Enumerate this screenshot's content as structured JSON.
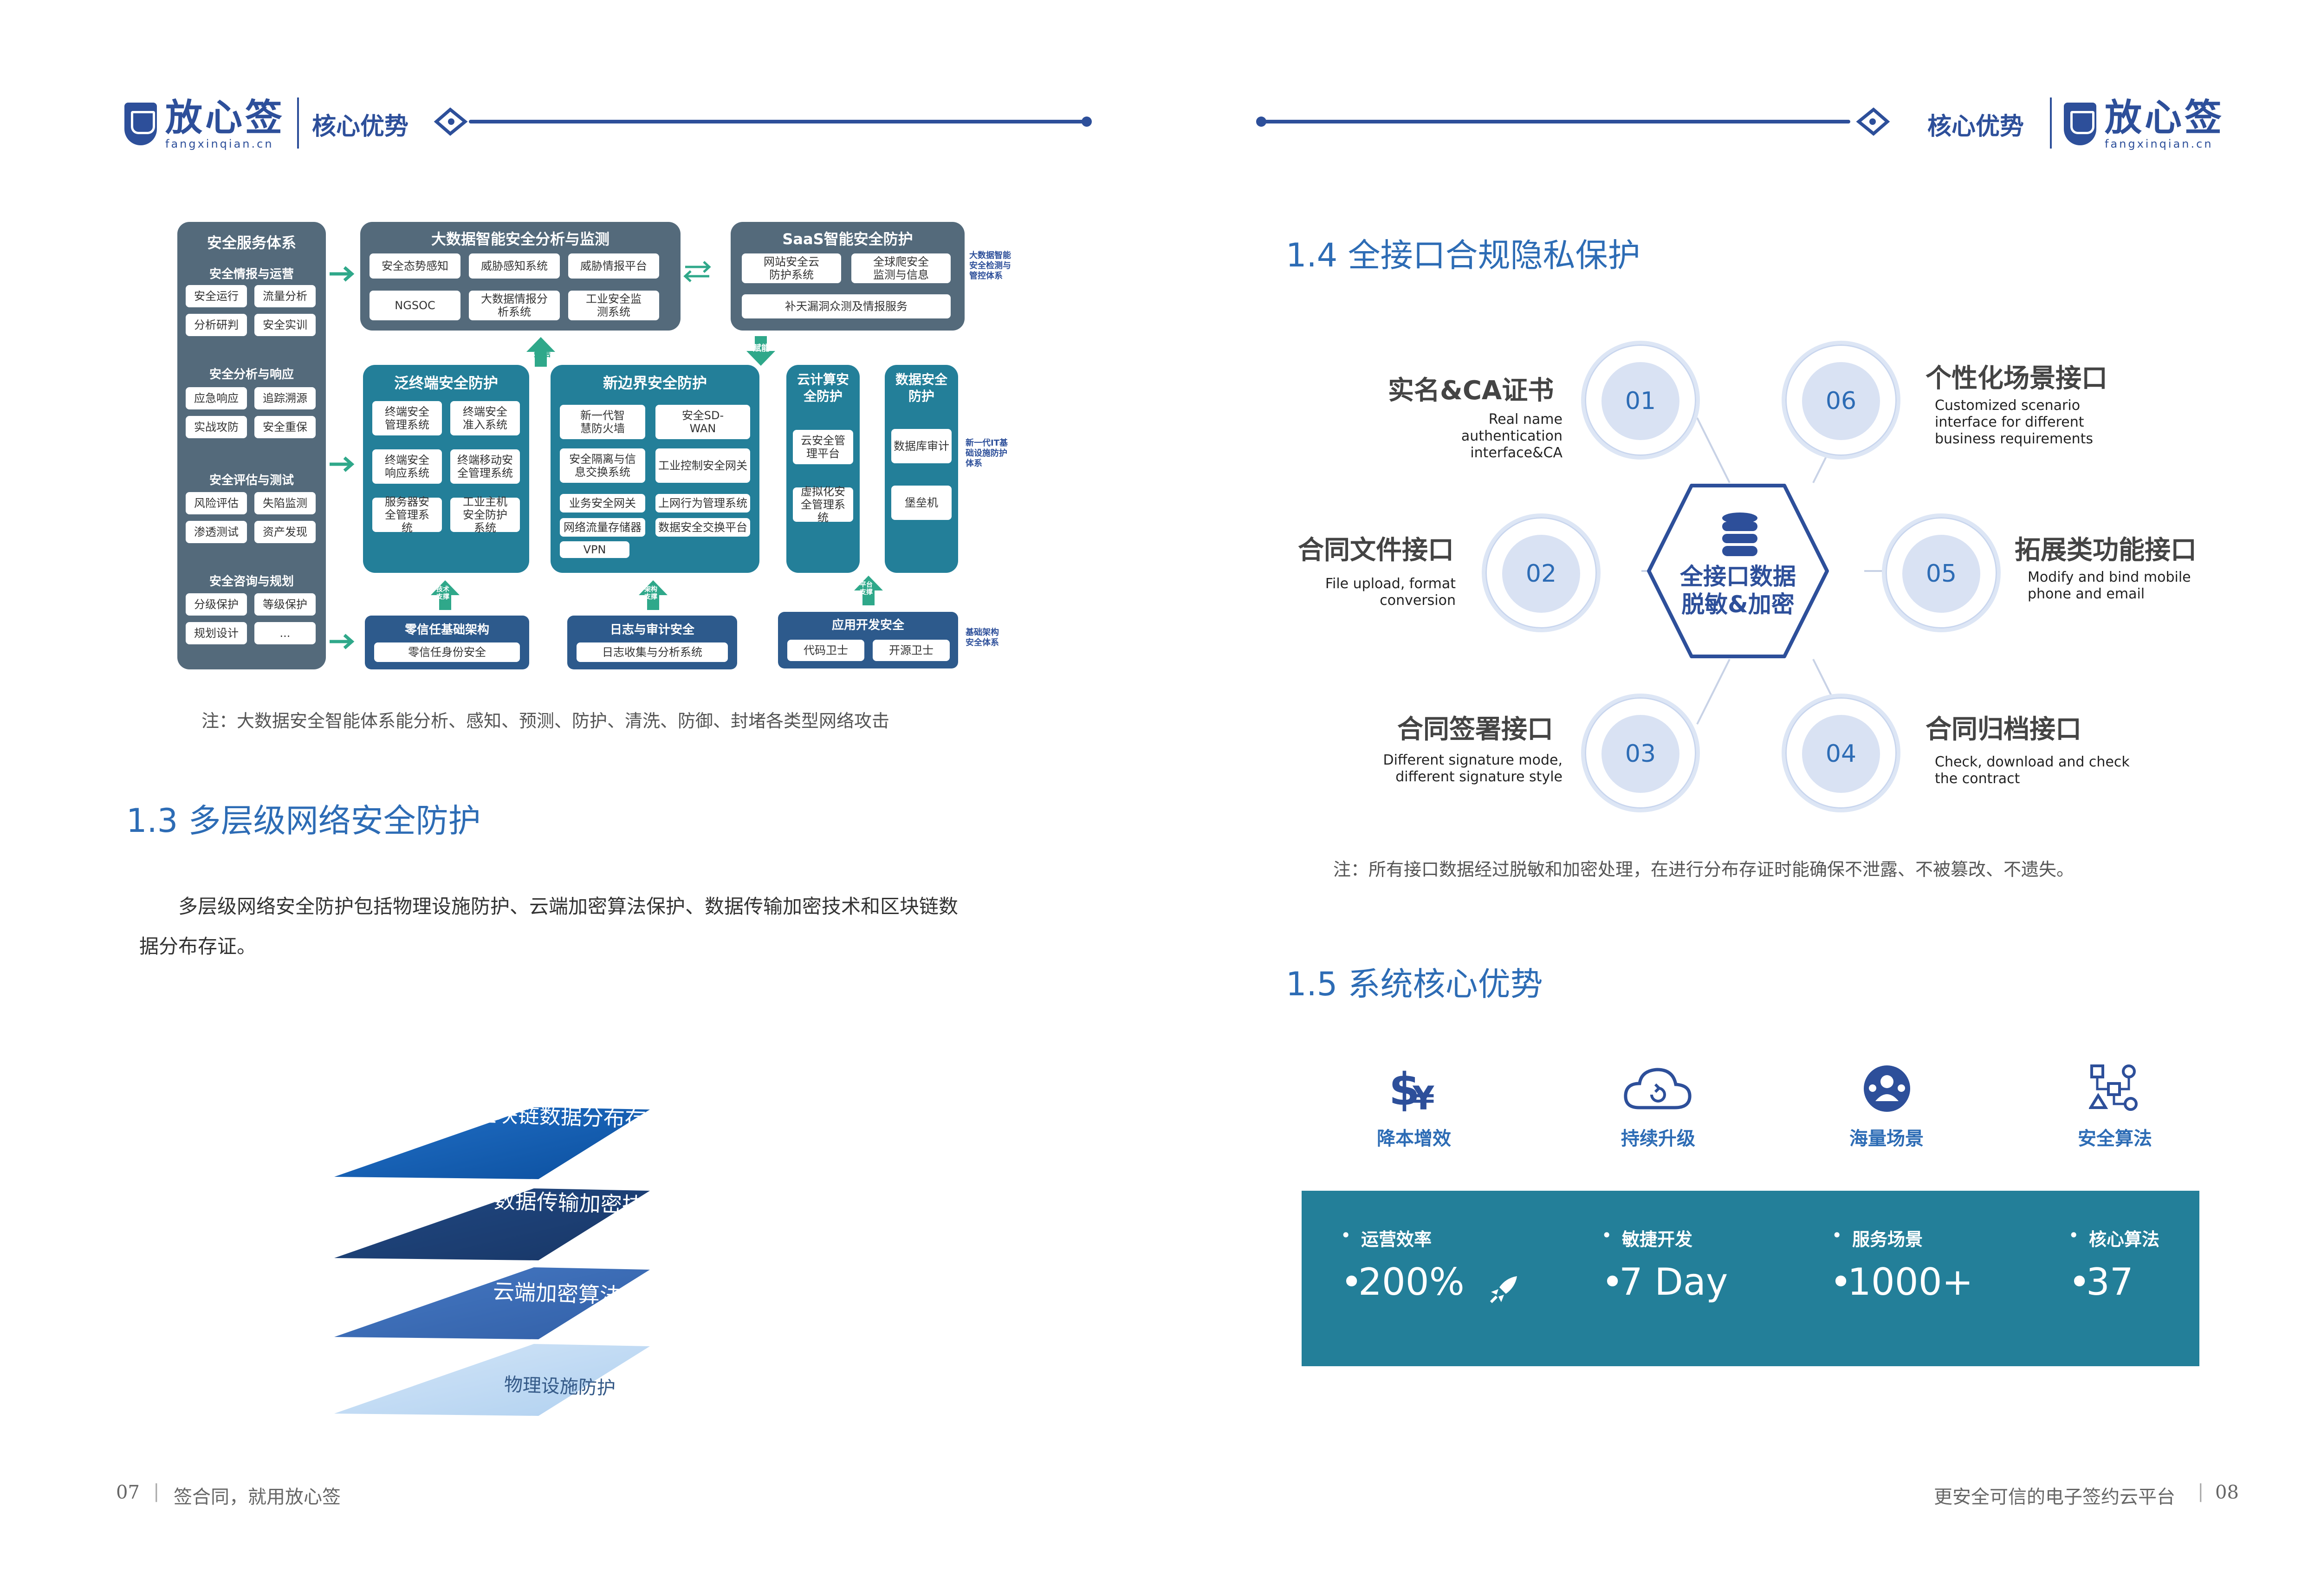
{
  "brand": {
    "name_cn": "放心签",
    "name_en": "fangxinqian.cn"
  },
  "header": {
    "left_title": "核心优势",
    "right_title": "核心优势"
  },
  "diagram": {
    "left_panel": {
      "title": "安全服务体系",
      "groups": [
        {
          "name": "安全情报与运营",
          "items": [
            "安全运行",
            "流量分析",
            "分析研判",
            "安全实训"
          ]
        },
        {
          "name": "安全分析与响应",
          "items": [
            "应急响应",
            "追踪溯源",
            "实战攻防",
            "安全重保"
          ]
        },
        {
          "name": "安全评估与测试",
          "items": [
            "风险评估",
            "失陷监测",
            "渗透测试",
            "资产发现"
          ]
        },
        {
          "name": "安全咨询与规划",
          "items": [
            "分级保护",
            "等级保护",
            "规划设计",
            "..."
          ]
        }
      ]
    },
    "bigdata": {
      "title": "大数据智能安全分析与监测",
      "items": [
        "安全态势感知",
        "威胁感知系统",
        "威胁情报平台",
        "NGSOC",
        "大数据情报分析系统",
        "工业安全监测系统"
      ]
    },
    "saas": {
      "title": "SaaS智能安全防护",
      "items": [
        "网站安全云防护系统",
        "全球爬安全监测与信息",
        "补天漏洞众测及情报服务"
      ]
    },
    "saas_side": "大数据智能安全检测与管控体系",
    "endpoint": {
      "title": "泛终端安全防护",
      "items": [
        "终端安全管理系统",
        "终端安全准入系统",
        "终端安全响应系统",
        "终端移动安全管理系统",
        "服务器安全管理系统",
        "工业主机安全防护系统"
      ]
    },
    "edge": {
      "title": "新边界安全防护",
      "items": [
        "新一代智慧防火墙",
        "安全SD-WAN",
        "安全隔离与信息交换系统",
        "工业控制安全网关",
        "业务安全网关",
        "上网行为管理系统",
        "网络流量存储器",
        "数据安全交换平台",
        "VPN"
      ]
    },
    "cloud": {
      "title": "云计算安全防护",
      "items": [
        "云安全管理平台",
        "虚拟化安全管理系统"
      ]
    },
    "datasec": {
      "title": "数据安全防护",
      "items": [
        "数据库审计",
        "堡垒机"
      ]
    },
    "it_side": "新一代IT基础设施防护体系",
    "zero_trust": {
      "title": "零信任基础架构",
      "item": "零信任身份安全"
    },
    "log": {
      "title": "日志与审计安全",
      "item": "日志收集与分析系统"
    },
    "app": {
      "title": "应用开发安全",
      "items": [
        "代码卫士",
        "开源卫士"
      ]
    },
    "base_side": "基础架构安全体系",
    "arrows": {
      "data": "数据",
      "empower": "赋能",
      "tech": "技术支撑",
      "arch": "架构支撑",
      "platform": "平台支撑"
    }
  },
  "diagram_note": "注：大数据安全智能体系能分析、感知、预测、防护、清洗、防御、封堵各类型网络攻击",
  "section13": {
    "title": "1.3 多层级网络安全防护",
    "paragraph_line1": "多层级网络安全防护包括物理设施防护、云端加密算法保护、数据传输加密技术和区块链数",
    "paragraph_line2": "据分布存证。",
    "layers": [
      "区块链数据分布存证",
      "数据传输加密技术",
      "云端加密算法保护",
      "物理设施防护"
    ]
  },
  "section14": {
    "title": "1.4 全接口合规隐私保护",
    "center_line1": "全接口数据",
    "center_line2": "脱敏&加密",
    "nodes": [
      {
        "num": "01",
        "title": "实名&CA证书",
        "desc1": "Real name authentication",
        "desc2": "interface&CA"
      },
      {
        "num": "06",
        "title": "个性化场景接口",
        "desc1": "Customized scenario",
        "desc2": "interface for different",
        "desc3": "business requirements"
      },
      {
        "num": "02",
        "title": "合同文件接口",
        "desc1": "File upload, format",
        "desc2": "conversion"
      },
      {
        "num": "05",
        "title": "拓展类功能接口",
        "desc1": "Modify and bind mobile",
        "desc2": "phone and email"
      },
      {
        "num": "03",
        "title": "合同签署接口",
        "desc1": "Different signature mode,",
        "desc2": "different signature style"
      },
      {
        "num": "04",
        "title": "合同归档接口",
        "desc1": "Check, download and check",
        "desc2": "the contract"
      }
    ],
    "note": "注：所有接口数据经过脱敏和加密处理，在进行分布存证时能确保不泄露、不被篡改、不遗失。"
  },
  "section15": {
    "title": "1.5 系统核心优势",
    "features": [
      {
        "label": "降本增效",
        "icon": "currency-icon"
      },
      {
        "label": "持续升级",
        "icon": "cloud-refresh-icon"
      },
      {
        "label": "海量场景",
        "icon": "people-network-icon"
      },
      {
        "label": "安全算法",
        "icon": "algorithm-icon"
      }
    ],
    "stats": [
      {
        "label": "运营效率",
        "value": "200%"
      },
      {
        "label": "敏捷开发",
        "value": "7 Day"
      },
      {
        "label": "服务场景",
        "value": "1000+"
      },
      {
        "label": "核心算法",
        "value": "37"
      }
    ],
    "bullet": "•"
  },
  "footer": {
    "left_page": "07",
    "left_text": "签合同，就用放心签",
    "right_text": "更安全可信的电子签约云平台",
    "right_page": "08",
    "separator": "|"
  },
  "colors": {
    "primary": "#2d4f9a",
    "accent": "#2d6cb5",
    "teal": "#237f99",
    "slate": "#546a7b"
  }
}
